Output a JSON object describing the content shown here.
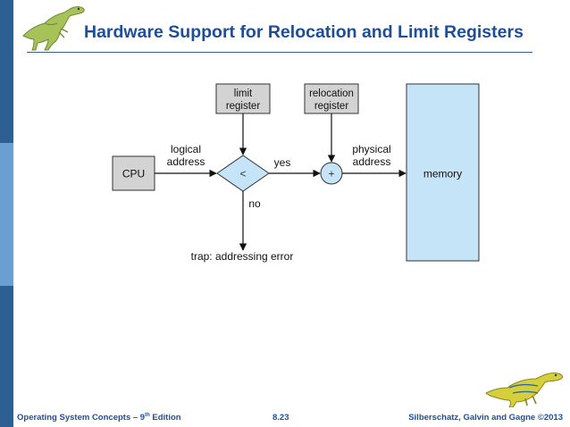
{
  "slide": {
    "title": "Hardware Support for Relocation and Limit Registers"
  },
  "diagram": {
    "limit_register": [
      "limit",
      "register"
    ],
    "relocation_register": [
      "relocation",
      "register"
    ],
    "cpu": "CPU",
    "memory": "memory",
    "compare_symbol": "<",
    "add_symbol": "+",
    "logical_address": [
      "logical",
      "address"
    ],
    "physical_address": [
      "physical",
      "address"
    ],
    "yes": "yes",
    "no": "no",
    "trap": "trap: addressing error"
  },
  "footer": {
    "book": "Operating System Concepts – 9",
    "edition_sup": "th",
    "edition_word": " Edition",
    "page": "8.23",
    "copyright": "Silberschatz, Galvin and Gagne ©2013"
  },
  "colors": {
    "title": "#1f4e96",
    "sidebar_dark": "#2e5f93",
    "sidebar_light": "#6b9fd1",
    "box_gray": "#d3d3d3",
    "memory_fill": "#c6e4f8"
  }
}
